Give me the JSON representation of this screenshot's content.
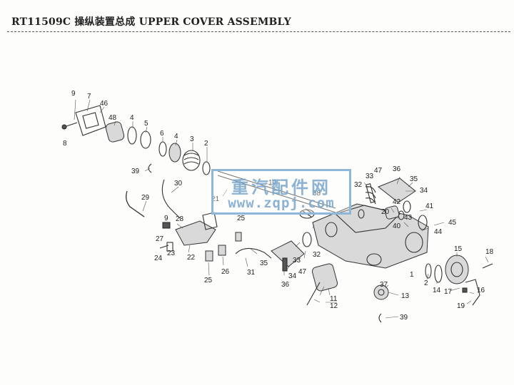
{
  "header": {
    "title": "RT11509C 操纵装置总成 UPPER COVER ASSEMBLY"
  },
  "watermark": {
    "text_cn": "重汽配件网",
    "url": "www.zqpj.com",
    "color": "#8fb7da"
  },
  "callouts": [
    "9",
    "7",
    "46",
    "48",
    "4",
    "5",
    "6",
    "4",
    "3",
    "2",
    "8",
    "39",
    "29",
    "30",
    "21",
    "10",
    "28",
    "25",
    "9",
    "27",
    "23",
    "24",
    "22",
    "26",
    "25",
    "31",
    "35",
    "33",
    "34",
    "47",
    "36",
    "32",
    "33",
    "38",
    "47",
    "36",
    "35",
    "34",
    "32",
    "42",
    "41",
    "20",
    "43",
    "40",
    "45",
    "44",
    "15",
    "18",
    "1",
    "2",
    "14",
    "17",
    "16",
    "19",
    "37",
    "13",
    "11",
    "12",
    "39"
  ]
}
